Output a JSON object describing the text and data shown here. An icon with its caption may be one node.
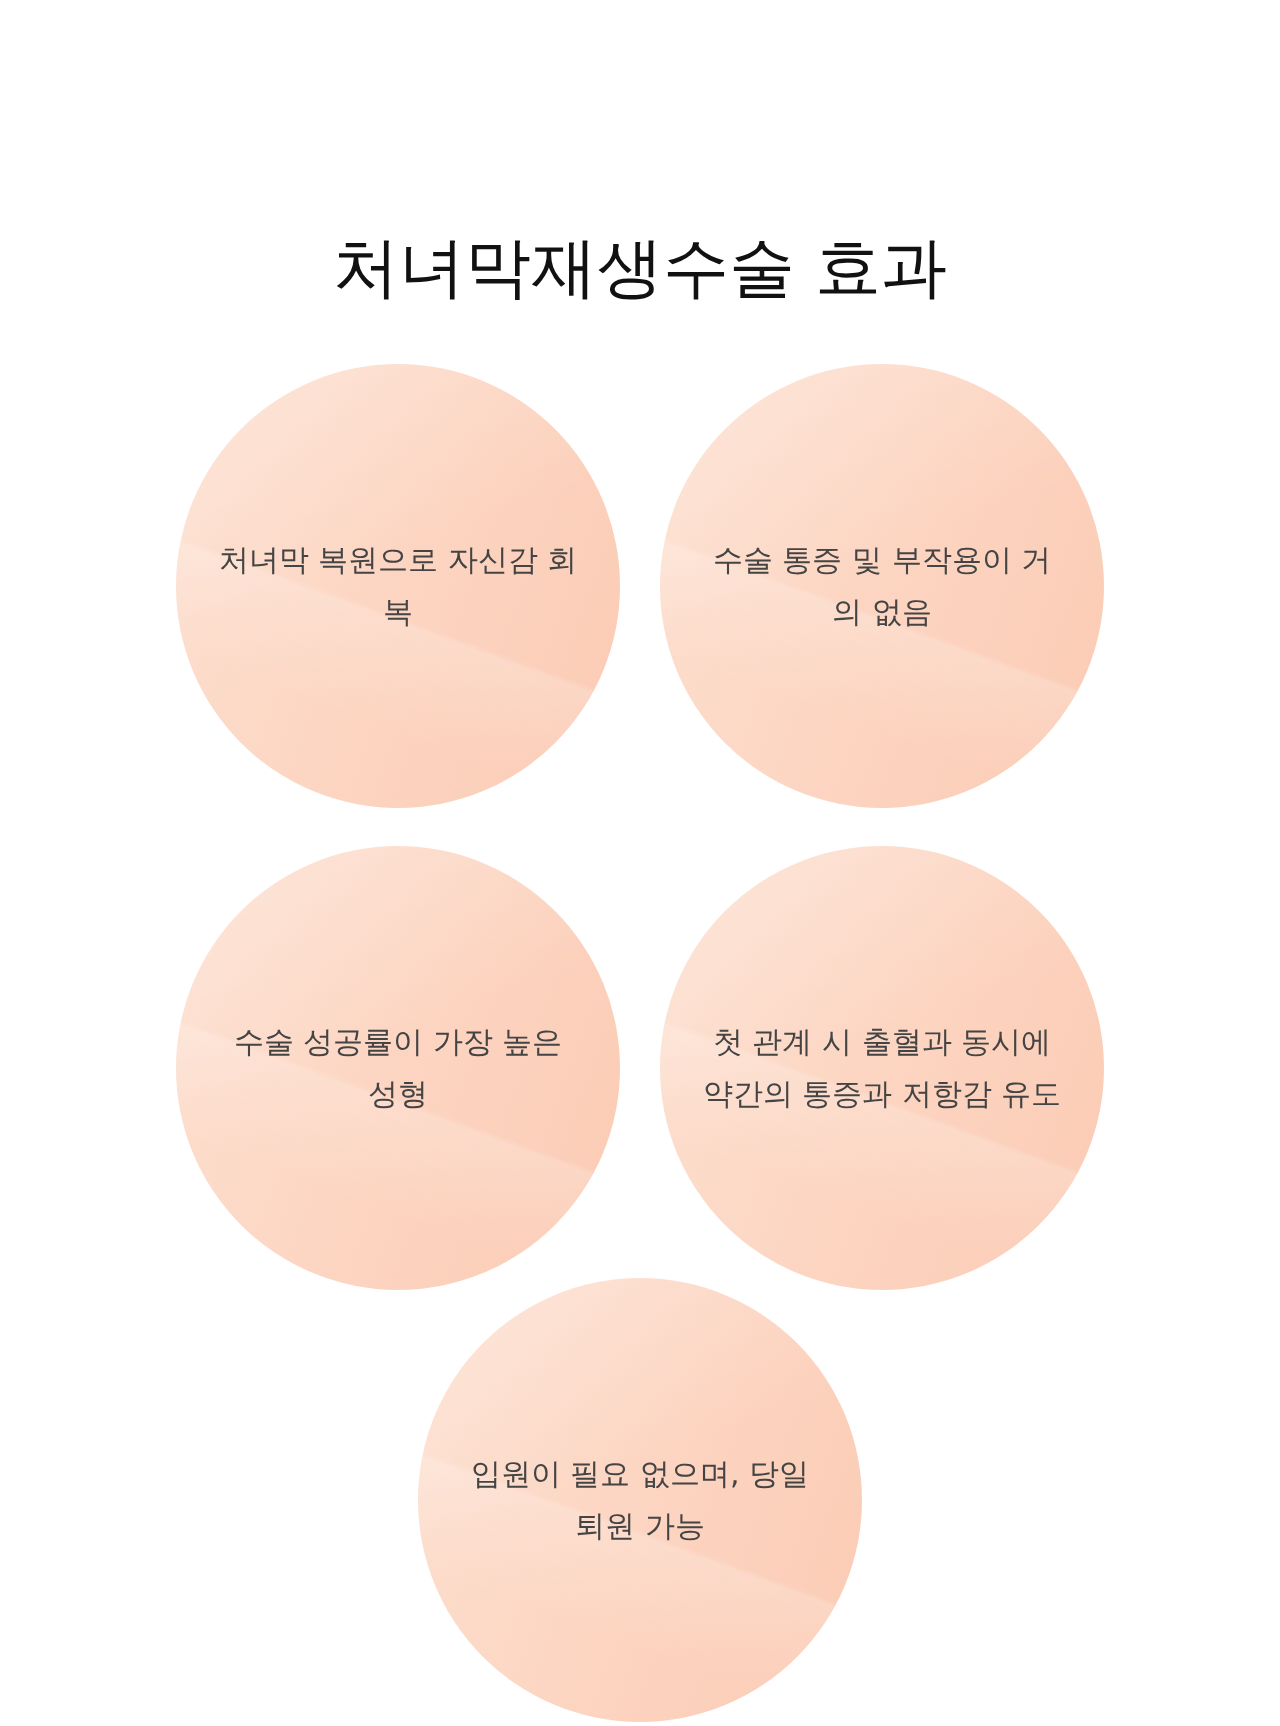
{
  "diagram": {
    "title": "처녀막재생수술 효과",
    "nodes": [
      {
        "text": [
          "처녀막 복원으로 자신감 회복"
        ]
      },
      {
        "text": [
          "수술 통증 및 부작용이 거의 없음"
        ]
      },
      {
        "text": [
          "수술 성공률이 가장 높은 성형"
        ]
      },
      {
        "text": [
          "첫 관계 시 출혈과 동시에 약간의 통증과 저항감 유도"
        ]
      },
      {
        "text": [
          "입원이 필요 없으며, 당일 퇴원 가능"
        ]
      }
    ]
  }
}
